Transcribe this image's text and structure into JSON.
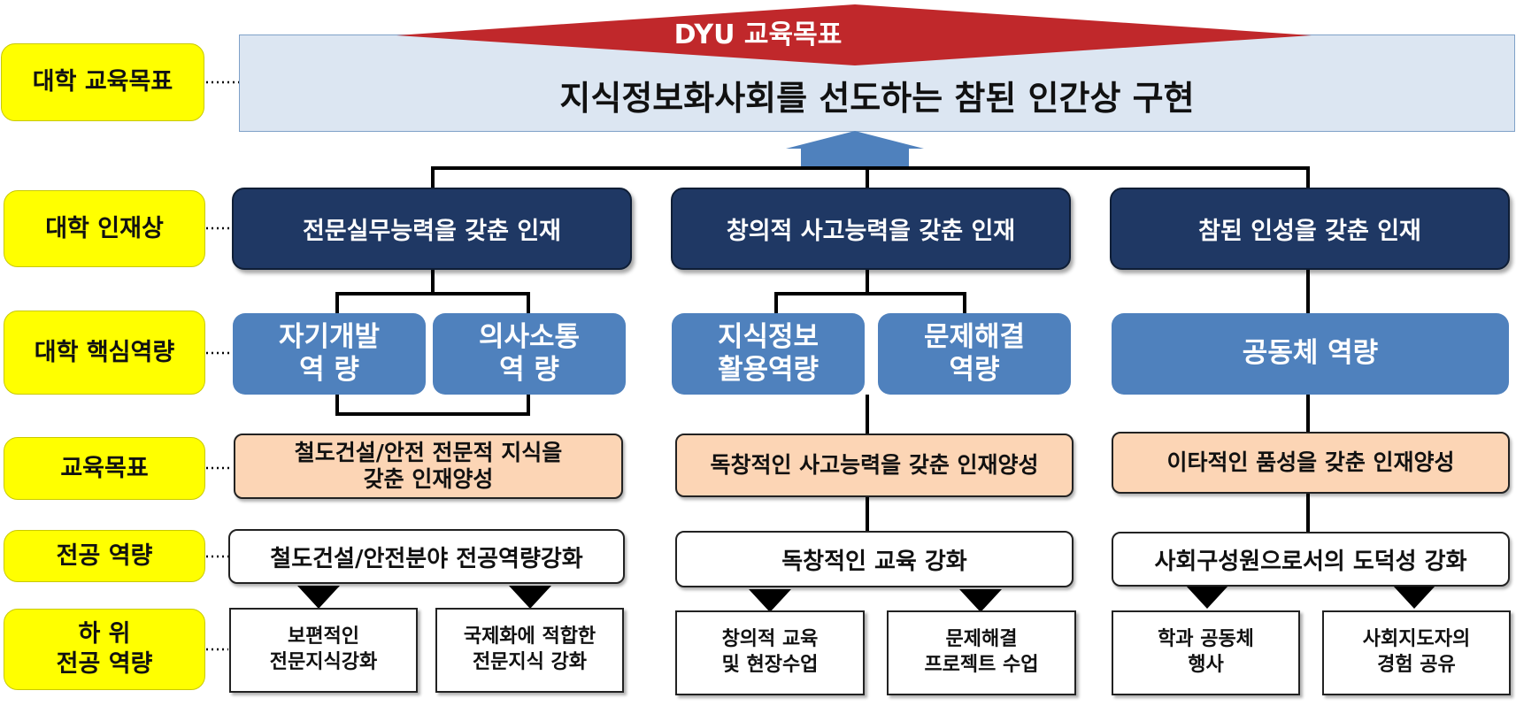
{
  "banner": {
    "title": "DYU 교육목표",
    "goal": "지식정보화사회를 선도하는 참된 인간상 구현"
  },
  "side_labels": [
    "대학 교육목표",
    "대학 인재상",
    "대학 핵심역량",
    "교육목표",
    "전공 역량",
    "하        위\n전공  역량"
  ],
  "columns": [
    {
      "talent": "전문실무능력을 갖춘 인재",
      "competencies": [
        "자기개발\n역     량",
        "의사소통\n역     량"
      ],
      "edu_goal": "철도건설/안전 전문적 지식을\n갖춘 인재양성",
      "major": "철도건설/안전분야 전공역량강화",
      "sub": [
        "보편적인\n전문지식강화",
        "국제화에 적합한\n전문지식 강화"
      ]
    },
    {
      "talent": "창의적 사고능력을 갖춘 인재",
      "competencies": [
        "지식정보\n활용역량",
        "문제해결\n역량"
      ],
      "edu_goal": "독창적인 사고능력을 갖춘 인재양성",
      "major": "독창적인 교육 강화",
      "sub": [
        "창의적 교육\n및 현장수업",
        "문제해결\n프로젝트 수업"
      ]
    },
    {
      "talent": "참된 인성을 갖춘 인재",
      "competencies": [
        "공동체 역량"
      ],
      "edu_goal": "이타적인 품성을 갖춘 인재양성",
      "major": "사회구성원으로서의 도덕성 강화",
      "sub": [
        "학과 공동체\n행사",
        "사회지도자의\n경험 공유"
      ]
    }
  ],
  "colors": {
    "banner_red": "#c0282b",
    "goal_bg": "#dce6f2",
    "talent_bg": "#1f3864",
    "competency_bg": "#4f81bd",
    "edu_goal_bg": "#fcd5b5",
    "side_label_bg": "#ffff00",
    "arrow_blue": "#4f81bd"
  }
}
